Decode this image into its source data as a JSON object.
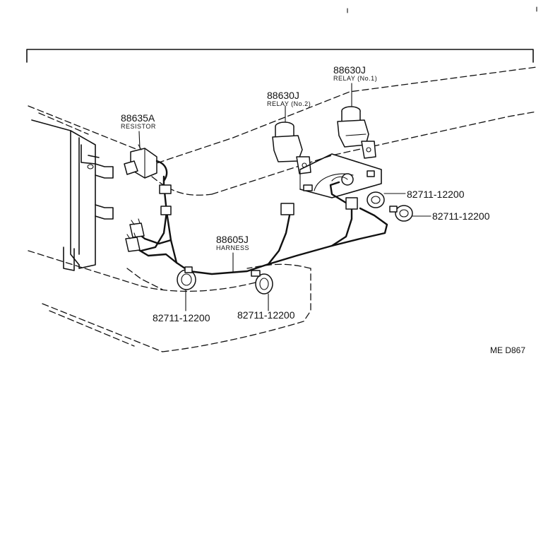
{
  "parts": {
    "relay1": {
      "number": "88630J",
      "name": "RELAY (No.1)"
    },
    "relay2": {
      "number": "88630J",
      "name": "RELAY (No.2)"
    },
    "resistor": {
      "number": "88635A",
      "name": "RESISTOR"
    },
    "harness": {
      "number": "88605J",
      "name": "HARNESS"
    },
    "clamp_right_upper": {
      "number": "82711-12200"
    },
    "clamp_right_lower": {
      "number": "82711-12200"
    },
    "clamp_bottom_left": {
      "number": "82711-12200"
    },
    "clamp_bottom_center": {
      "number": "82711-12200"
    }
  },
  "diagram_code": "ME D867"
}
